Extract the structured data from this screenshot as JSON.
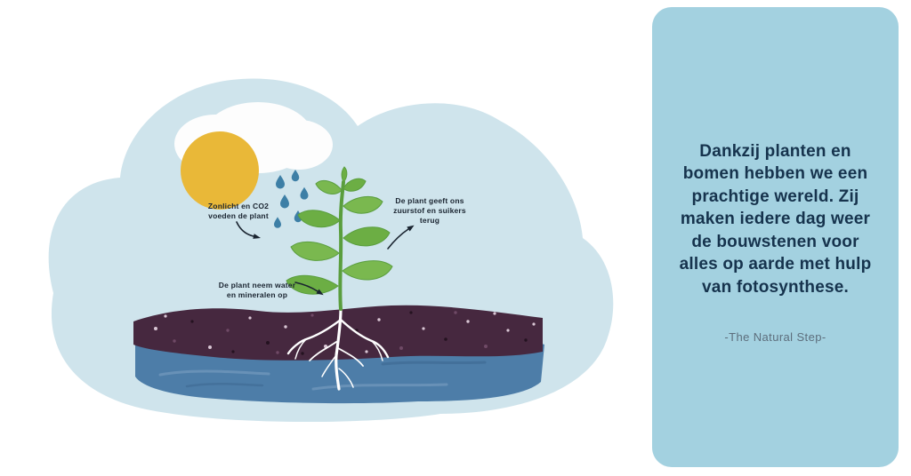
{
  "illustration": {
    "name": "photosynthesis-diagram",
    "labels": {
      "sunlight": "Zonlicht en CO2\nvoeden de plant",
      "oxygen": "De plant geeft ons\nzuurstof en suikers\nterug",
      "water": "De plant neem water\nen mineralen op"
    }
  },
  "quote_card": {
    "quote": "Dankzij planten en\nbomen hebben we een\nprachtige wereld. Zij\nmaken iedere dag weer\nde bouwstenen voor\nalles op aarde met hulp\nvan fotosynthese.",
    "attribution": "-The Natural Step-"
  },
  "colors": {
    "card_background": "#a3d1e0",
    "blob_background": "#cfe4ec",
    "sun": "#e9b838",
    "cloud": "#fdfdfd",
    "rain": "#3d7fa6",
    "plant_green": "#6cae44",
    "soil": "#46283f",
    "water": "#4d7da8",
    "roots": "#ffffff",
    "quote_text": "#16334d",
    "label_text": "#1a2430"
  }
}
